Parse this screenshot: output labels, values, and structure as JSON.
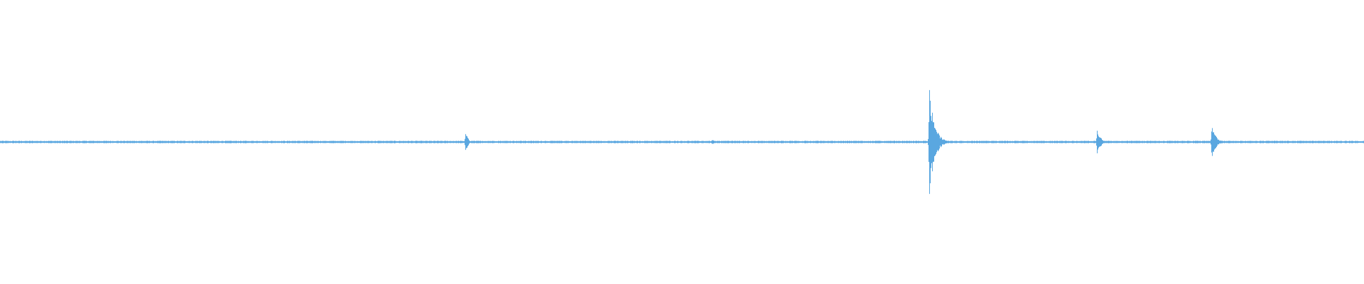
{
  "waveform": {
    "color": "#5aa7e0",
    "baseline_amplitude": 0.006,
    "noise_amplitude": 0.004,
    "bursts": [
      {
        "time": 0.341,
        "amplitude": 0.12,
        "decay": 0.0015
      },
      {
        "time": 0.522,
        "amplitude": 0.035,
        "decay": 0.0012
      },
      {
        "time": 0.681,
        "amplitude": 0.5,
        "decay": 0.0035
      },
      {
        "time": 0.804,
        "amplitude": 0.11,
        "decay": 0.0025
      },
      {
        "time": 0.888,
        "amplitude": 0.15,
        "decay": 0.003
      }
    ]
  }
}
